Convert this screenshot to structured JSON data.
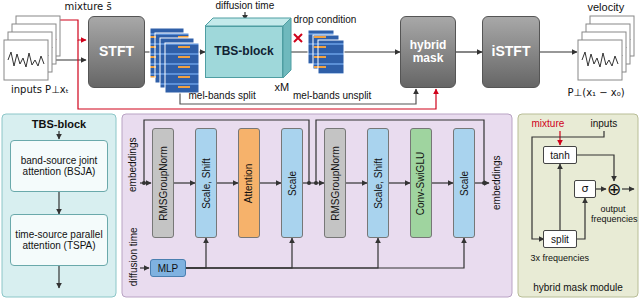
{
  "diagram": {
    "nodes": [
      {
        "text": [
          "STFT"
        ]
      },
      {
        "text": [
          "TBS-block"
        ]
      },
      {
        "text": [
          "hybrid mask"
        ]
      },
      {
        "text": [
          "iSTFT"
        ]
      },
      {
        "text": [
          "TBS-block"
        ]
      },
      {
        "text": [
          "band-source joint attention (BSJA)"
        ],
        "in": 4
      },
      {
        "text": [
          "time-source parallel attention (TSPA)"
        ],
        "in": 4
      },
      {
        "text": [
          "RMSGroupNorm"
        ]
      },
      {
        "text": [
          "Scale, Shift"
        ]
      },
      {
        "text": [
          "Attention"
        ]
      },
      {
        "text": [
          "Scale"
        ]
      },
      {
        "text": [
          "RMSGroupNorm"
        ]
      },
      {
        "text": [
          "Scale, Shift"
        ]
      },
      {
        "text": [
          "Conv-SwiGLU"
        ]
      },
      {
        "text": [
          "Scale"
        ]
      },
      {
        "text": [
          "MLP"
        ]
      },
      {
        "text": [
          "hybrid mask module"
        ]
      },
      {
        "text": [
          "tanh"
        ],
        "in": 16
      },
      {
        "text": [
          "split"
        ],
        "in": 16
      },
      {
        "text": [
          "σ"
        ],
        "in": 16
      },
      {
        "text": [
          "⊕"
        ],
        "in": 16
      }
    ],
    "edges": [
      {
        "from": 0,
        "to": 1,
        "arrow": "to"
      },
      {
        "from": 1,
        "to": 2,
        "arrow": "to"
      },
      {
        "from": 2,
        "to": 3,
        "arrow": "to"
      },
      {
        "from": 5,
        "to": 6,
        "arrow": "to"
      },
      {
        "from": 7,
        "to": 8,
        "arrow": "to"
      },
      {
        "from": 8,
        "to": 9,
        "arrow": "to"
      },
      {
        "from": 9,
        "to": 10,
        "arrow": "to"
      },
      {
        "from": 10,
        "to": 11,
        "arrow": "to"
      },
      {
        "from": 11,
        "to": 12,
        "arrow": "to"
      },
      {
        "from": 12,
        "to": 13,
        "arrow": "to"
      },
      {
        "from": 13,
        "to": 14,
        "arrow": "to"
      },
      {
        "from": 15,
        "to": 8,
        "arrow": "to"
      },
      {
        "from": 15,
        "to": 10,
        "arrow": "to"
      },
      {
        "from": 15,
        "to": 12,
        "arrow": "to"
      },
      {
        "from": 15,
        "to": 14,
        "arrow": "to"
      },
      {
        "from": 18,
        "to": 17,
        "arrow": "to"
      },
      {
        "from": 18,
        "to": 19,
        "arrow": "to"
      },
      {
        "from": 17,
        "to": 20,
        "arrow": "to"
      },
      {
        "from": 19,
        "to": 20,
        "arrow": "to"
      }
    ],
    "labels": [
      "mixture s̄",
      "inputs P⊥xₜ",
      "diffusion time",
      "drop condition",
      "xM",
      "mel-bands split",
      "mel-bands unsplit",
      "velocity",
      "P⊥(x₁ − x₀)",
      "embeddings",
      "diffusion time",
      "embeddings",
      "mixture",
      "inputs",
      "3x frequencies",
      "output frequencies"
    ]
  }
}
